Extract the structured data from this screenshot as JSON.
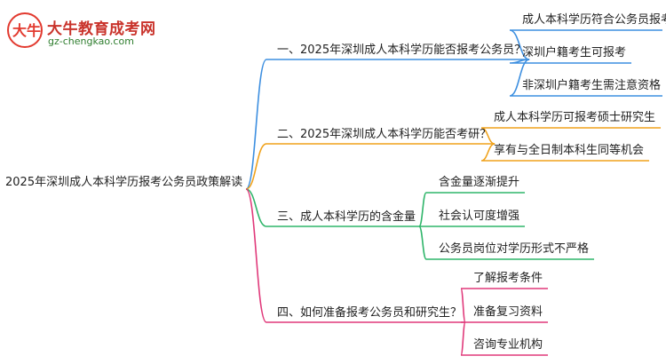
{
  "logo": {
    "glyph": "大牛",
    "title": "大牛教育成考网",
    "url": "gz-chengkao.com"
  },
  "root": "2025年深圳成人本科学历报考公务员政策解读",
  "branches": [
    {
      "label": "一、2025年深圳成人本科学历能否报考公务员？",
      "color": "#3d8fe0",
      "children": [
        "成人本科学历符合公务员报考要求",
        "深圳户籍考生可报考",
        "非深圳户籍考生需注意资格"
      ]
    },
    {
      "label": "二、2025年深圳成人本科学历能否考研？",
      "color": "#f0a21c",
      "children": [
        "成人本科学历可报考硕士研究生",
        "享有与全日制本科生同等机会"
      ]
    },
    {
      "label": "三、成人本科学历的含金量",
      "color": "#2fb56a",
      "children": [
        "含金量逐渐提升",
        "社会认可度增强",
        "公务员岗位对学历形式不严格"
      ]
    },
    {
      "label": "四、如何准备报考公务员和研究生？",
      "color": "#e0397a",
      "children": [
        "了解报考条件",
        "准备复习资料",
        "咨询专业机构"
      ]
    }
  ]
}
